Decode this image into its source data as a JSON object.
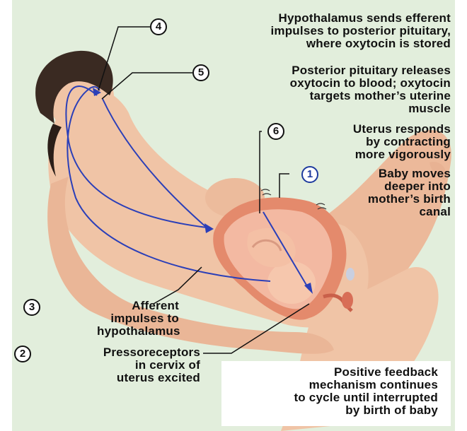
{
  "steps": [
    {
      "number": "4",
      "text": "Hypothalamus sends efferent impulses to posterior pituitary, where oxytocin is stored",
      "lines": [
        "Hypothalamus sends efferent",
        "impulses to posterior pituitary,",
        "where oxytocin is stored"
      ]
    },
    {
      "number": "5",
      "text": "Posterior pituitary releases oxytocin to blood; oxytocin targets mother’s uterine muscle",
      "lines": [
        "Posterior pituitary releases",
        "oxytocin to blood; oxytocin",
        "targets mother’s uterine",
        "muscle"
      ]
    },
    {
      "number": "6",
      "text": "Uterus responds by contracting more vigorously",
      "lines": [
        "Uterus responds",
        "by contracting",
        "more vigorously"
      ]
    },
    {
      "number": "1",
      "text": "Baby moves deeper into mother’s birth canal",
      "lines": [
        "Baby moves",
        "deeper into",
        "mother’s birth",
        "canal"
      ]
    },
    {
      "number": "3",
      "text": "Afferent impulses to hypothalamus",
      "lines": [
        "Afferent",
        "impulses to",
        "hypothalamus"
      ]
    },
    {
      "number": "2",
      "text": "Pressoreceptors in cervix of uterus excited",
      "lines": [
        "Pressoreceptors",
        "in cervix of",
        "uterus excited"
      ]
    }
  ],
  "summary": {
    "text": "Positive feedback mechanism continues to cycle until interrupted by birth of baby",
    "lines": [
      "Positive feedback",
      "mechanism continues",
      "to cycle until interrupted",
      "by birth of baby"
    ]
  },
  "colors": {
    "background": "#e2eedc",
    "skin": "#f0c4a6",
    "hair": "#3a2a22",
    "uterus": "#e48a6c",
    "nerve_arrow": "#2b3fb8",
    "callout_line": "#111111"
  }
}
